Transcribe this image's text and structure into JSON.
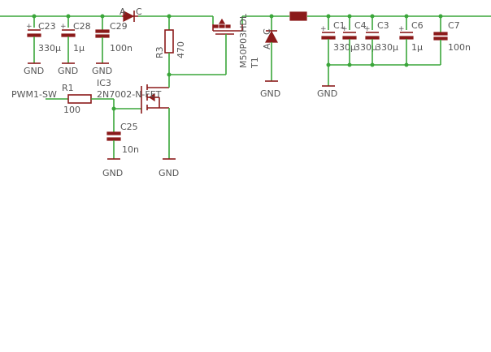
{
  "components": {
    "c23": {
      "name": "C23",
      "value": "330µ"
    },
    "c28": {
      "name": "C28",
      "value": "1µ"
    },
    "c29": {
      "name": "C29",
      "value": "100n"
    },
    "r3": {
      "name": "R3",
      "value": "470"
    },
    "t1": {
      "name": "T1",
      "value": "M50P03HDL"
    },
    "c1": {
      "name": "C1",
      "value": "330µ"
    },
    "c4": {
      "name": "C4",
      "value": "330µ"
    },
    "c3": {
      "name": "C3",
      "value": "330µ"
    },
    "c6": {
      "name": "C6",
      "value": "1µ"
    },
    "c7": {
      "name": "C7",
      "value": "100n"
    },
    "r1": {
      "name": "R1",
      "value": "100"
    },
    "ic3": {
      "name": "IC3",
      "value": "2N7002-N-FET"
    },
    "c25": {
      "name": "C25",
      "value": "10n"
    }
  },
  "nets": {
    "gnd": "GND",
    "pwm": "PWM1-SW"
  },
  "pins": {
    "anode": "A",
    "cathode": "C"
  }
}
